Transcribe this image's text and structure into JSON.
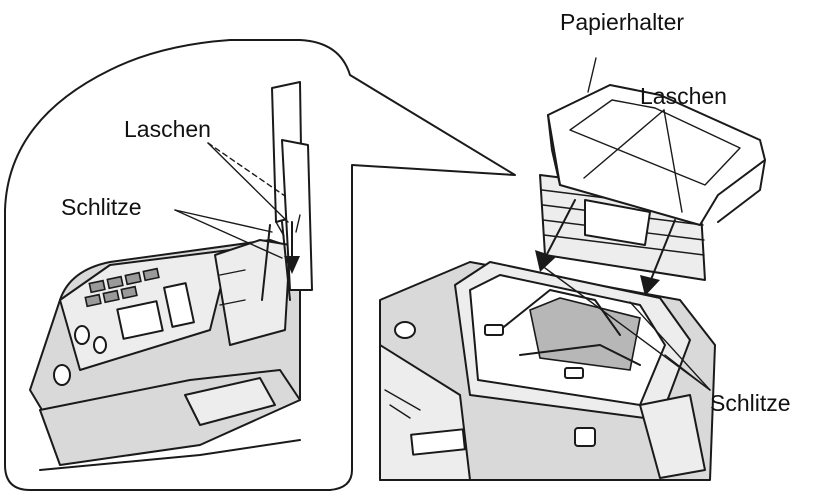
{
  "labels": {
    "papierhalter": "Papierhalter",
    "laschen_right": "Laschen",
    "schlitze_right": "Schlitze",
    "laschen_left": "Laschen",
    "schlitze_left": "Schlitze"
  },
  "icons": [
    "arrow-down-icon"
  ]
}
